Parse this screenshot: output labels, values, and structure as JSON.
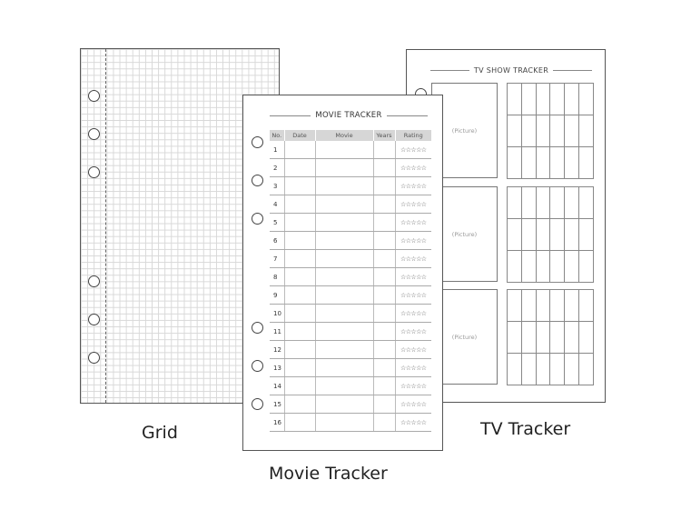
{
  "grid_sheet": {
    "caption": "Grid"
  },
  "tv_sheet": {
    "title": "TV SHOW TRACKER",
    "picture_placeholder": "(Picture)",
    "caption": "TV Tracker"
  },
  "movie_sheet": {
    "title": "MOVIE TRACKER",
    "columns": [
      "No.",
      "Date",
      "Movie",
      "Years",
      "Rating"
    ],
    "row_numbers": [
      "1",
      "2",
      "3",
      "4",
      "5",
      "6",
      "7",
      "8",
      "9",
      "10",
      "11",
      "12",
      "13",
      "14",
      "15",
      "16"
    ],
    "rating_stars": "☆☆☆☆☆",
    "caption": "Movie Tracker"
  }
}
